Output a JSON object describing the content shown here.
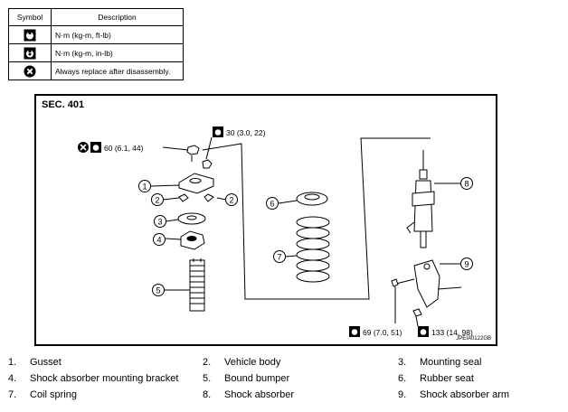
{
  "legend": {
    "headers": {
      "symbol": "Symbol",
      "description": "Description"
    },
    "rows": [
      {
        "icon": "torque-wrench-icon",
        "description": "N·m (kg-m, ft-lb)"
      },
      {
        "icon": "torque-wrench-small-icon",
        "description": "N·m (kg-m, in-lb)"
      },
      {
        "icon": "always-replace-icon",
        "description": "Always replace after disassembly."
      }
    ]
  },
  "diagram": {
    "section": "SEC. 401",
    "code": "JPEIA0122GB",
    "torques": {
      "t60": "60 (6.1, 44)",
      "t30": "30 (3.0, 22)",
      "t69": "69 (7.0, 51)",
      "t133": "133 (14, 98)"
    },
    "callouts": [
      "1",
      "2",
      "2",
      "3",
      "4",
      "5",
      "6",
      "7",
      "8",
      "9"
    ]
  },
  "parts": [
    {
      "num": "1.",
      "name": "Gusset"
    },
    {
      "num": "2.",
      "name": "Vehicle body"
    },
    {
      "num": "3.",
      "name": "Mounting seal"
    },
    {
      "num": "4.",
      "name": "Shock absorber mounting bracket"
    },
    {
      "num": "5.",
      "name": "Bound bumper"
    },
    {
      "num": "6.",
      "name": "Rubber seat"
    },
    {
      "num": "7.",
      "name": "Coil spring"
    },
    {
      "num": "8.",
      "name": "Shock absorber"
    },
    {
      "num": "9.",
      "name": "Shock absorber arm"
    }
  ]
}
